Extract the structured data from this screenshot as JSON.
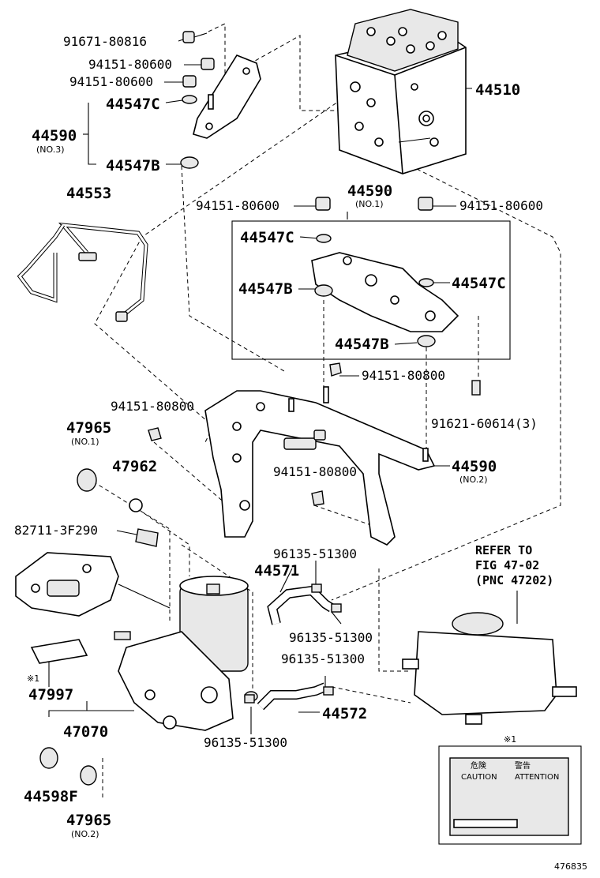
{
  "labels": {
    "p91671": "91671-80816",
    "p94151a": "94151-80600",
    "p94151b": "94151-80600",
    "p44547c_top": "44547C",
    "p44590_top": "44590",
    "p44590_top_sub": "(NO.3)",
    "p44547b_top": "44547B",
    "p44510": "44510",
    "p44553": "44553",
    "p94151_mid_l": "94151-80600",
    "p44590_mid": "44590",
    "p44590_mid_sub": "(NO.1)",
    "p94151_mid_r": "94151-80600",
    "p44547c_mid": "44547C",
    "p44547b_mid": "44547B",
    "p44547c_right": "44547C",
    "p44547b_low": "44547B",
    "p94151_808_a": "94151-80800",
    "p94151_808_b": "94151-80800",
    "p91621": "91621-60614(3)",
    "p47965a": "47965",
    "p47965a_sub": "(NO.1)",
    "p47962": "47962",
    "p44590_low": "44590",
    "p44590_low_sub": "(NO.2)",
    "p94151_808_c": "94151-80800",
    "p82711": "82711-3F290",
    "p96135a": "96135-51300",
    "p44571": "44571",
    "ref1": "REFER TO",
    "ref2": "FIG 47-02",
    "ref3": "(PNC 47202)",
    "p96135b": "96135-51300",
    "p96135c": "96135-51300",
    "note1": "※1",
    "p47997": "47997",
    "p44572": "44572",
    "p47070": "47070",
    "p96135d": "96135-51300",
    "note1b": "※1",
    "p44598f": "44598F",
    "p47965b": "47965",
    "p47965b_sub": "(NO.2)",
    "caution_jp1": "危険",
    "caution_jp2": "警告",
    "caution": "CAUTION",
    "attention": "ATTENTION",
    "fig_id": "476835"
  }
}
